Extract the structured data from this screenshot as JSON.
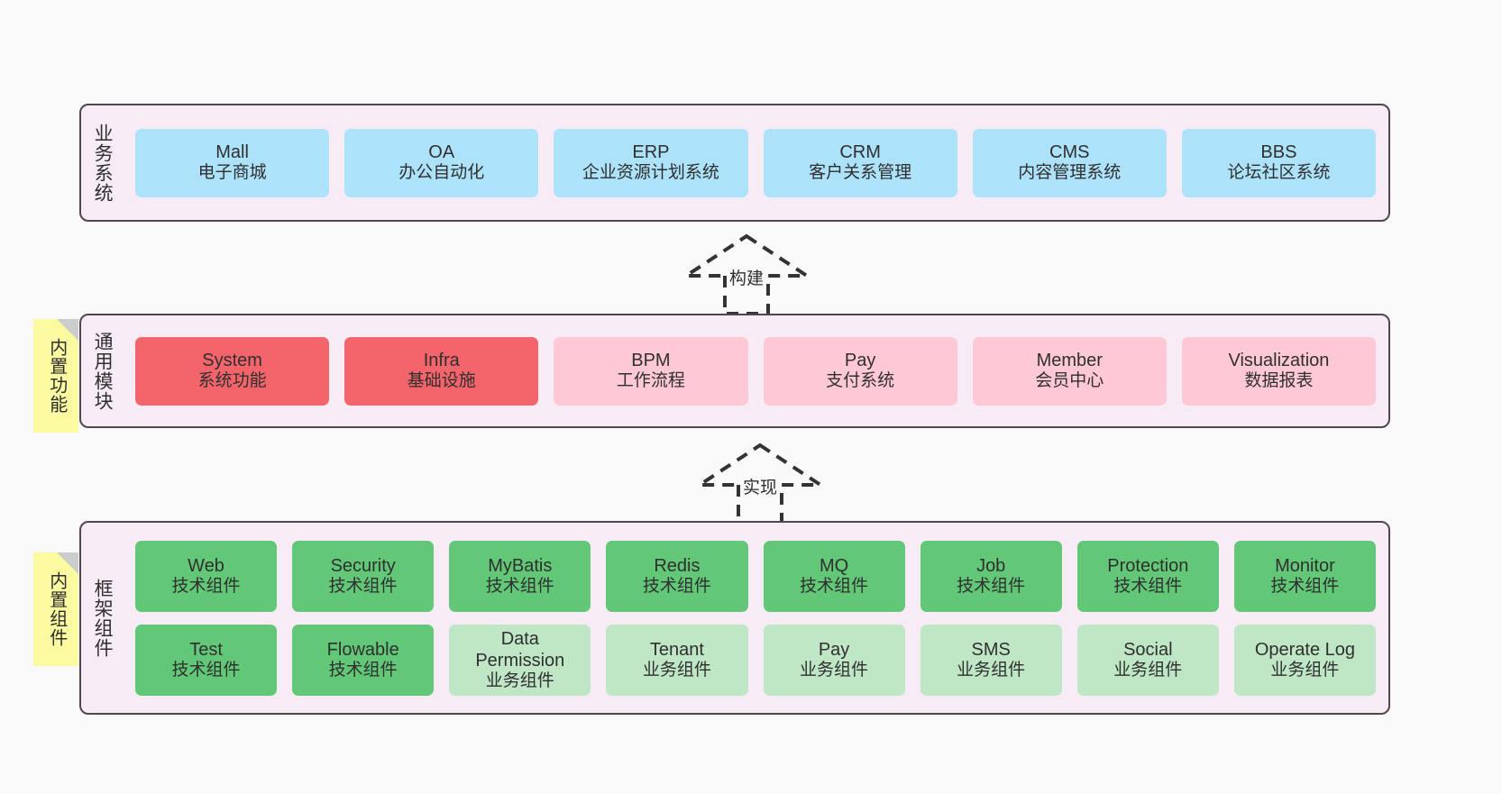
{
  "canvas": {
    "background": "#f9f9f9",
    "panel_background": "#f7ecf5",
    "panel_border": "#504650"
  },
  "colors": {
    "blue": "#ade2fb",
    "red": "#f4656b",
    "pink": "#fec9d4",
    "green_dark": "#62c878",
    "green_light": "#bfe7c6",
    "sticky_yellow": "#fcfaa0",
    "sticky_fold": "#cccccc"
  },
  "layers": {
    "business": {
      "title": "业务系统",
      "items": [
        {
          "name": "Mall",
          "desc": "电子商城",
          "fill": "blue"
        },
        {
          "name": "OA",
          "desc": "办公自动化",
          "fill": "blue"
        },
        {
          "name": "ERP",
          "desc": "企业资源计划系统",
          "fill": "blue"
        },
        {
          "name": "CRM",
          "desc": "客户关系管理",
          "fill": "blue"
        },
        {
          "name": "CMS",
          "desc": "内容管理系统",
          "fill": "blue"
        },
        {
          "name": "BBS",
          "desc": "论坛社区系统",
          "fill": "blue"
        }
      ]
    },
    "common": {
      "title": "通用模块",
      "sticky": "内置功能",
      "items": [
        {
          "name": "System",
          "desc": "系统功能",
          "fill": "red"
        },
        {
          "name": "Infra",
          "desc": "基础设施",
          "fill": "red"
        },
        {
          "name": "BPM",
          "desc": "工作流程",
          "fill": "pink"
        },
        {
          "name": "Pay",
          "desc": "支付系统",
          "fill": "pink"
        },
        {
          "name": "Member",
          "desc": "会员中心",
          "fill": "pink"
        },
        {
          "name": "Visualization",
          "desc": "数据报表",
          "fill": "pink"
        }
      ]
    },
    "framework": {
      "title": "框架组件",
      "sticky": "内置组件",
      "row1": [
        {
          "name": "Web",
          "desc": "技术组件",
          "fill": "green_dark"
        },
        {
          "name": "Security",
          "desc": "技术组件",
          "fill": "green_dark"
        },
        {
          "name": "MyBatis",
          "desc": "技术组件",
          "fill": "green_dark"
        },
        {
          "name": "Redis",
          "desc": "技术组件",
          "fill": "green_dark"
        },
        {
          "name": "MQ",
          "desc": "技术组件",
          "fill": "green_dark"
        },
        {
          "name": "Job",
          "desc": "技术组件",
          "fill": "green_dark"
        },
        {
          "name": "Protection",
          "desc": "技术组件",
          "fill": "green_dark"
        },
        {
          "name": "Monitor",
          "desc": "技术组件",
          "fill": "green_dark"
        }
      ],
      "row2": [
        {
          "name": "Test",
          "desc": "技术组件",
          "fill": "green_dark"
        },
        {
          "name": "Flowable",
          "desc": "技术组件",
          "fill": "green_dark"
        },
        {
          "name": "Data Permission",
          "desc": "业务组件",
          "fill": "green_light",
          "wrap": true
        },
        {
          "name": "Tenant",
          "desc": "业务组件",
          "fill": "green_light"
        },
        {
          "name": "Pay",
          "desc": "业务组件",
          "fill": "green_light"
        },
        {
          "name": "SMS",
          "desc": "业务组件",
          "fill": "green_light"
        },
        {
          "name": "Social",
          "desc": "业务组件",
          "fill": "green_light"
        },
        {
          "name": "Operate Log",
          "desc": "业务组件",
          "fill": "green_light"
        }
      ]
    }
  },
  "connectors": [
    {
      "label": "构建"
    },
    {
      "label": "实现"
    }
  ]
}
